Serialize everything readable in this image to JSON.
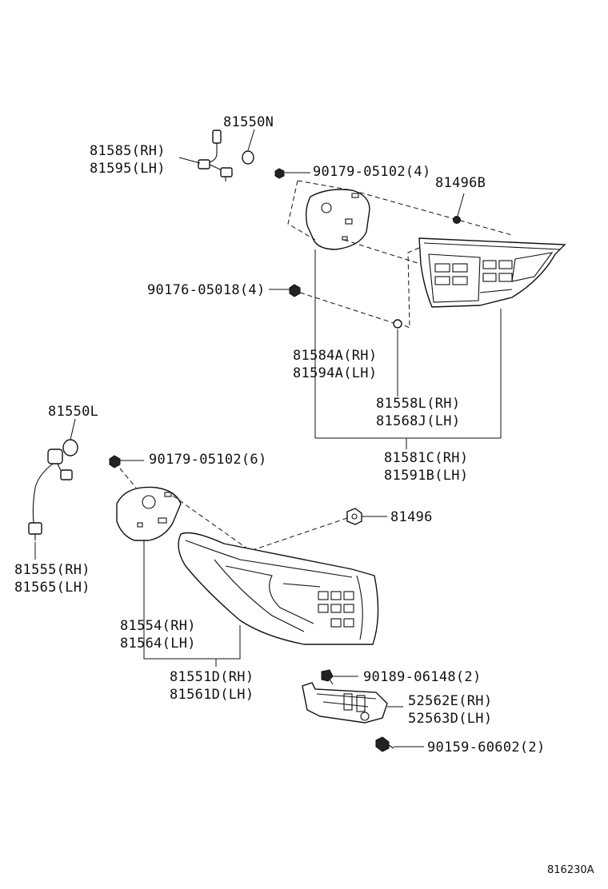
{
  "labels": {
    "p81550N": "81550N",
    "p81585": "81585(RH)",
    "p81595": "81595(LH)",
    "p90179_4": "90179-05102(4)",
    "p81496B": "81496B",
    "p90176": "90176-05018(4)",
    "p81584A": "81584A(RH)",
    "p81594A": "81594A(LH)",
    "p81558L": "81558L(RH)",
    "p81568J": "81568J(LH)",
    "p81581C": "81581C(RH)",
    "p81591B": "81591B(LH)",
    "p81550L": "81550L",
    "p90179_6": "90179-05102(6)",
    "p81496": "81496",
    "p81555": "81555(RH)",
    "p81565": "81565(LH)",
    "p81554": "81554(RH)",
    "p81564": "81564(LH)",
    "p81551D": "81551D(RH)",
    "p81561D": "81561D(LH)",
    "p90189": "90189-06148(2)",
    "p52562E": "52562E(RH)",
    "p52563D": "52563D(LH)",
    "p90159": "90159-60602(2)",
    "figure_code": "816230A"
  }
}
